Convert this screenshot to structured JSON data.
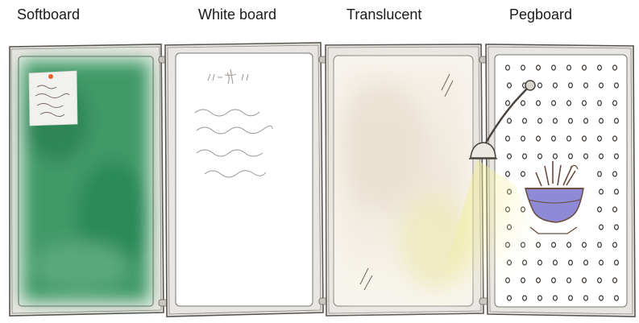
{
  "panels": [
    {
      "label": "Softboard",
      "fill_color": "#2f8f5a"
    },
    {
      "label": "White board",
      "fill_color": "#ffffff"
    },
    {
      "label": "Translucent",
      "fill_color": "#efe8dc"
    },
    {
      "label": "Pegboard",
      "fill_color": "#ffffff"
    }
  ],
  "colors": {
    "frame": "#5a5550",
    "frame_fill": "#e8e6e2",
    "note": "#f1f1ee",
    "pin": "#e8632b",
    "scribble": "#8a8580",
    "lamp_light": "#f3ef9a",
    "basket": "#8f8ad6"
  }
}
